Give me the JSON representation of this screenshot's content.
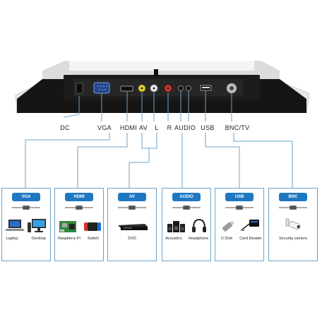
{
  "ports": [
    {
      "id": "dc",
      "label": "DC"
    },
    {
      "id": "vga",
      "label": "VGA"
    },
    {
      "id": "hdmi",
      "label": "HDMI"
    },
    {
      "id": "av",
      "label": "AV"
    },
    {
      "id": "l",
      "label": "L"
    },
    {
      "id": "r",
      "label": "R"
    },
    {
      "id": "audio",
      "label": "AUDIO"
    },
    {
      "id": "usb",
      "label": "USB"
    },
    {
      "id": "bnc",
      "label": "BNC/TV"
    }
  ],
  "cards": [
    {
      "tag": "VGA",
      "devices": [
        {
          "label": "Laptop",
          "icon": "laptop-icon"
        },
        {
          "label": "Desktop",
          "icon": "desktop-icon"
        }
      ]
    },
    {
      "tag": "HDMI",
      "devices": [
        {
          "label": "Raspberry Pi",
          "icon": "raspberry-pi-icon"
        },
        {
          "label": "Switch",
          "icon": "switch-console-icon"
        }
      ]
    },
    {
      "tag": "AV",
      "devices": [
        {
          "label": "DVD",
          "icon": "dvd-player-icon"
        }
      ]
    },
    {
      "tag": "AUDIO",
      "devices": [
        {
          "label": "Acoustics",
          "icon": "speaker-icon"
        },
        {
          "label": "Headphone",
          "icon": "headphone-icon"
        }
      ]
    },
    {
      "tag": "USB",
      "devices": [
        {
          "label": "U Disk",
          "icon": "usb-stick-icon"
        },
        {
          "label": "Card Reader",
          "icon": "card-reader-icon"
        }
      ]
    },
    {
      "tag": "BNC",
      "devices": [
        {
          "label": "Security camera",
          "icon": "security-camera-icon"
        }
      ]
    }
  ],
  "colors": {
    "accent": "#1d78c1",
    "line": "#6ea3c9",
    "monitor": "#111111",
    "panel": "#e9e9e9"
  }
}
